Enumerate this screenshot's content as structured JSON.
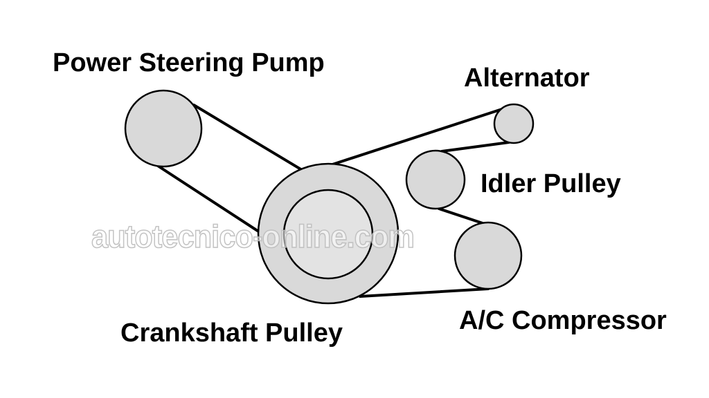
{
  "diagram": {
    "colors": {
      "pulley_fill": "#d9d9d9",
      "crank_inner_fill": "#e3e3e3",
      "outline": "#000000",
      "background": "#ffffff"
    },
    "labels": {
      "power_steering_pump": "Power Steering Pump",
      "alternator": "Alternator",
      "idler_pulley": "Idler Pulley",
      "crankshaft_pulley": "Crankshaft Pulley",
      "ac_compressor": "A/C Compressor"
    },
    "watermark": "autotecnico-online.com"
  }
}
